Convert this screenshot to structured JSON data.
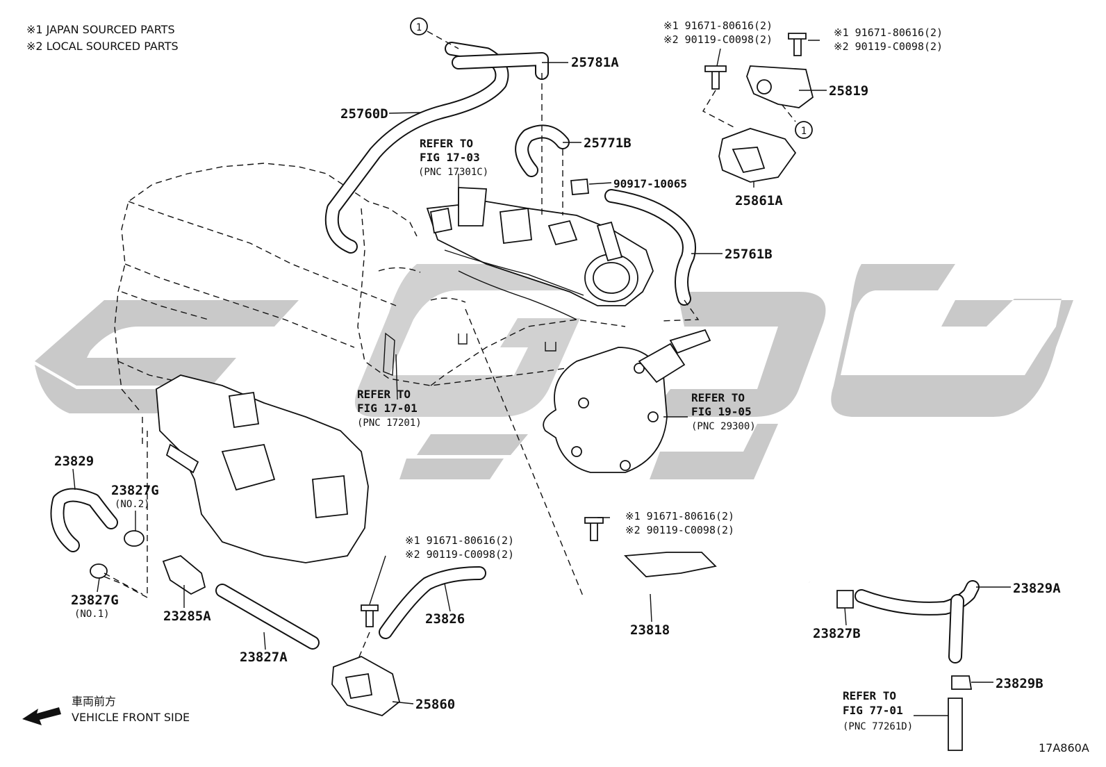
{
  "notes": {
    "line1": "※1 JAPAN SOURCED PARTS",
    "line2": "※2 LOCAL SOURCED PARTS"
  },
  "bolt_notes": {
    "top_left_1": "※1 91671-80616(2)",
    "top_left_2": "※2 90119-C0098(2)",
    "top_right_1": "※1 91671-80616(2)",
    "top_right_2": "※2 90119-C0098(2)",
    "mid_1": "※1 91671-80616(2)",
    "mid_2": "※2 90119-C0098(2)",
    "low_1": "※1 91671-80616(2)",
    "low_2": "※2 90119-C0098(2)"
  },
  "parts": {
    "p25781A": "25781A",
    "p25760D": "25760D",
    "p25771B": "25771B",
    "p90917": "90917-10065",
    "p25761B": "25761B",
    "p25819": "25819",
    "p25861A": "25861A",
    "p23829": "23829",
    "p23827G_2": "23827G",
    "p23827G_1": "23827G",
    "p23285A": "23285A",
    "p23827A": "23827A",
    "p23826": "23826",
    "p25860": "25860",
    "p23818": "23818",
    "p23827B": "23827B",
    "p23829A": "23829A",
    "p23829B": "23829B"
  },
  "qualifiers": {
    "no2": "(NO.2)",
    "no1": "(NO.1)"
  },
  "refs": {
    "r1_title": "REFER TO",
    "r1_fig": "FIG 17-03",
    "r1_pnc": "(PNC 17301C)",
    "r2_title": "REFER TO",
    "r2_fig": "FIG 17-01",
    "r2_pnc": "(PNC 17201)",
    "r3_title": "REFER TO",
    "r3_fig": "FIG 19-05",
    "r3_pnc": "(PNC 29300)",
    "r4_title": "REFER TO",
    "r4_fig": "FIG 77-01",
    "r4_pnc": "(PNC 77261D)"
  },
  "callouts": {
    "c1": "1",
    "c2": "1"
  },
  "direction": {
    "jp": "車両前方",
    "en": "VEHICLE FRONT SIDE"
  },
  "figure_id": "17A860A",
  "colors": {
    "ink": "#111111",
    "watermark": "#c9c9c9",
    "background": "#ffffff"
  }
}
